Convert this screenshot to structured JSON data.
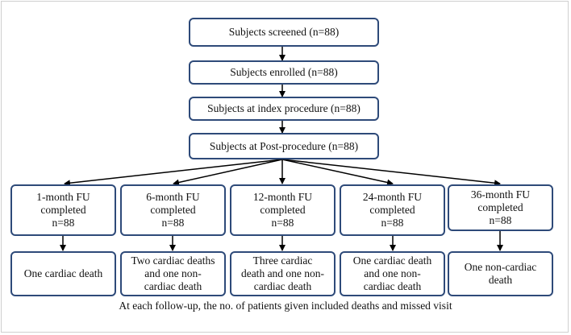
{
  "flow": {
    "screened": "Subjects screened (n=88)",
    "enrolled": "Subjects enrolled (n=88)",
    "index_procedure": "Subjects at index procedure (n=88)",
    "post_procedure": "Subjects at Post-procedure (n=88)"
  },
  "followups": [
    {
      "label": "1-month FU\ncompleted\nn=88",
      "outcome": "One cardiac death"
    },
    {
      "label": "6-month FU\ncompleted\nn=88",
      "outcome": "Two cardiac deaths\nand one non-\ncardiac death"
    },
    {
      "label": "12-month FU\ncompleted\nn=88",
      "outcome": "Three cardiac\ndeath and one non-\ncardiac death"
    },
    {
      "label": "24-month FU\ncompleted\nn=88",
      "outcome": "One cardiac death\nand one non-\ncardiac death"
    },
    {
      "label": "36-month FU\ncompleted\nn=88",
      "outcome": "One non-cardiac\ndeath"
    }
  ],
  "footnote": "At each follow-up, the no. of patients given included deaths and missed visit",
  "colors": {
    "border": "#2e4a79",
    "arrow": "#000000"
  }
}
